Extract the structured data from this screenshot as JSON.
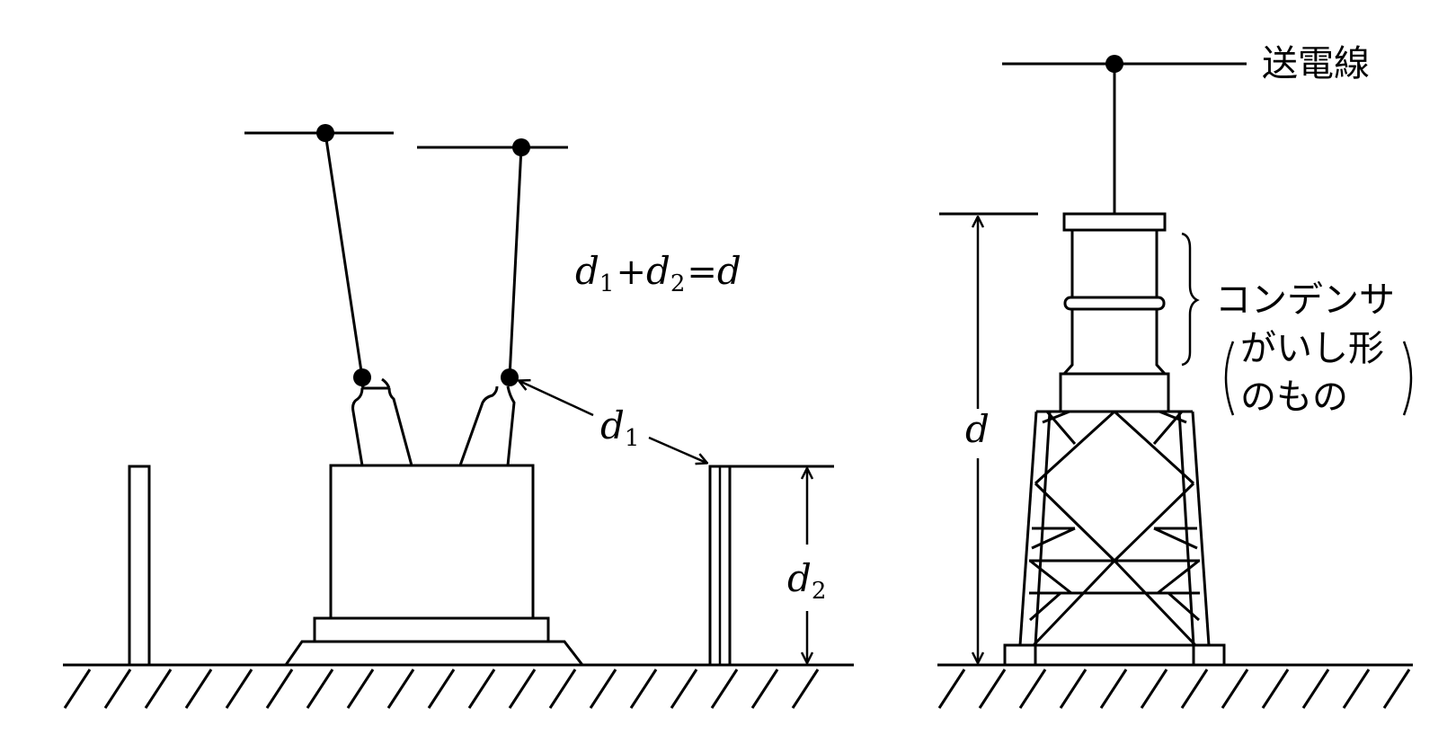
{
  "diagram": {
    "left": {
      "formula": {
        "a": "d",
        "a_sub": "1",
        "plus": "+",
        "b": "d",
        "b_sub": "2",
        "eq": "=",
        "c": "d"
      },
      "label_d1": {
        "var": "d",
        "sub": "1"
      },
      "label_d2": {
        "var": "d",
        "sub": "2"
      }
    },
    "right": {
      "label_line": "送電線",
      "label_d": "d",
      "capacitor_label": [
        "コンデンサ",
        "がいし形",
        "のもの"
      ]
    }
  }
}
